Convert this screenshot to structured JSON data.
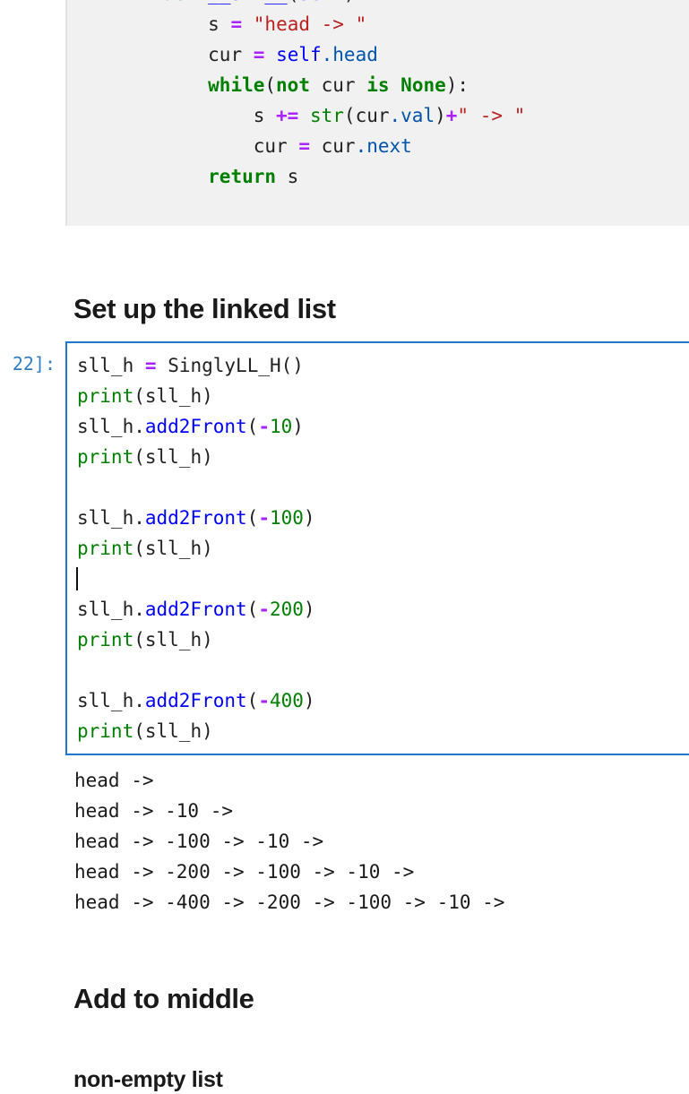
{
  "document": {
    "type": "jupyter-notebook",
    "background_color": "#ffffff"
  },
  "top_code_block": {
    "name": "rendered-method-source",
    "background_color": "#f1f1f1",
    "lines": [
      "    def __str__(self):",
      "        s = \"head -> \"",
      "        cur = self.head",
      "        while(not cur is None):",
      "            s += str(cur.val)+\" -> \"",
      "            cur = cur.next",
      "        return s"
    ]
  },
  "headings": {
    "setup": "Set up the linked list",
    "add_to_middle": "Add to middle",
    "non_empty_list": "non-empty list"
  },
  "input_cell": {
    "prompt": "22]:",
    "prompt_color": "#307fc1",
    "border_color": "#1f77d0",
    "focused": true,
    "cursor_line_index": 6,
    "lines": [
      "sll_h = SinglyLL_H()",
      "print(sll_h)",
      "sll_h.add2Front(-10)",
      "print(sll_h)",
      "",
      "sll_h.add2Front(-100)",
      "print(sll_h)",
      "",
      "sll_h.add2Front(-200)",
      "print(sll_h)",
      "",
      "sll_h.add2Front(-400)",
      "print(sll_h)"
    ]
  },
  "output": {
    "name": "stdout-output",
    "lines": [
      "head -> ",
      "head -> -10 -> ",
      "head -> -100 -> -10 -> ",
      "head -> -200 -> -100 -> -10 -> ",
      "head -> -400 -> -200 -> -100 -> -10 -> "
    ]
  },
  "colors": {
    "keyword": "#008000",
    "function": "#0000ff",
    "builtin": "#008000",
    "attribute": "#0055aa",
    "operator": "#aa22ff",
    "string": "#ba2121",
    "number": "#008000",
    "text": "#212121",
    "cell_background": "#f1f1f1",
    "active_border": "#1f77d0",
    "prompt": "#307fc1"
  }
}
